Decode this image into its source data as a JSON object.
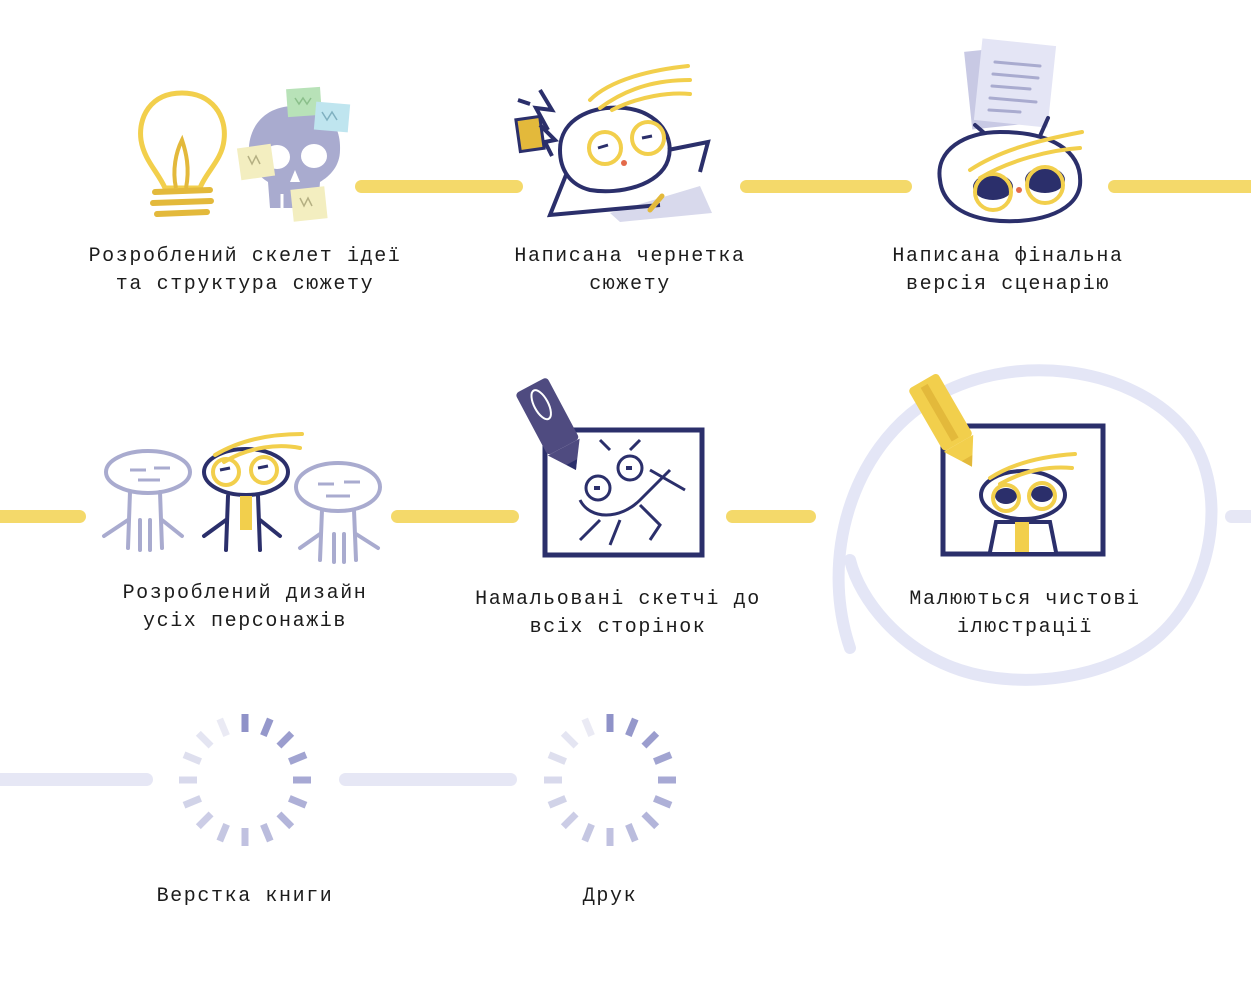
{
  "colors": {
    "done_line": "#f4d96a",
    "todo_line": "#e6e7f5",
    "ink": "#2b2f6b",
    "accent_yellow": "#f2cf4c",
    "muted_lavender": "#a9abcf",
    "progress_ring": "#e4e6f6"
  },
  "steps": [
    {
      "label_line1": "Розроблений скелет ідеї",
      "label_line2": "та структура сюжету",
      "status": "done",
      "icon": "lightbulb-skull-icon"
    },
    {
      "label_line1": "Написана чернетка",
      "label_line2": "сюжету",
      "status": "done",
      "icon": "character-writing-icon"
    },
    {
      "label_line1": "Написана фінальна",
      "label_line2": "версія сценарію",
      "status": "done",
      "icon": "character-holding-script-icon"
    },
    {
      "label_line1": "Розроблений дизайн",
      "label_line2": "усіх персонажів",
      "status": "done",
      "icon": "characters-lineup-icon"
    },
    {
      "label_line1": "Намальовані скетчі до",
      "label_line2": "всіх сторінок",
      "status": "done",
      "icon": "sketch-canvas-icon"
    },
    {
      "label_line1": "Малюються чистові",
      "label_line2": "ілюстрації",
      "status": "in-progress",
      "icon": "pencil-canvas-icon"
    },
    {
      "label_line1": "Верстка книги",
      "label_line2": "",
      "status": "pending",
      "icon": "loading-spinner-icon"
    },
    {
      "label_line1": "Друк",
      "label_line2": "",
      "status": "pending",
      "icon": "loading-spinner-icon"
    }
  ]
}
